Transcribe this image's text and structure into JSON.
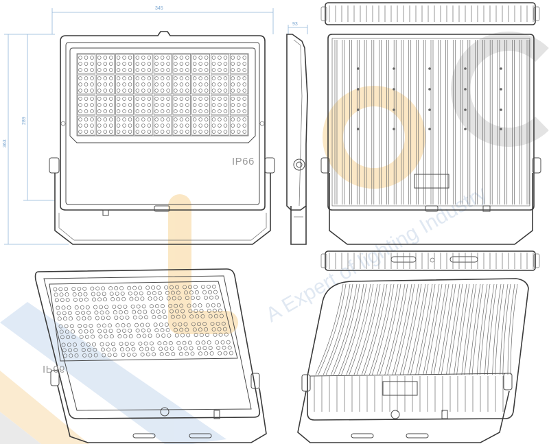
{
  "dimensions": {
    "width_label": "345",
    "depth_label": "93",
    "height_total_label": "363",
    "height_inner_label": "289"
  },
  "marking": {
    "ip_label": "IP66"
  },
  "watermark": {
    "text": "A Expert of lighting Industry"
  },
  "colors": {
    "line": "#4a4a4a",
    "dimension": "#8fb4d8",
    "watermark_blue": "#c9dcf2",
    "watermark_orange": "#f6dcae"
  }
}
